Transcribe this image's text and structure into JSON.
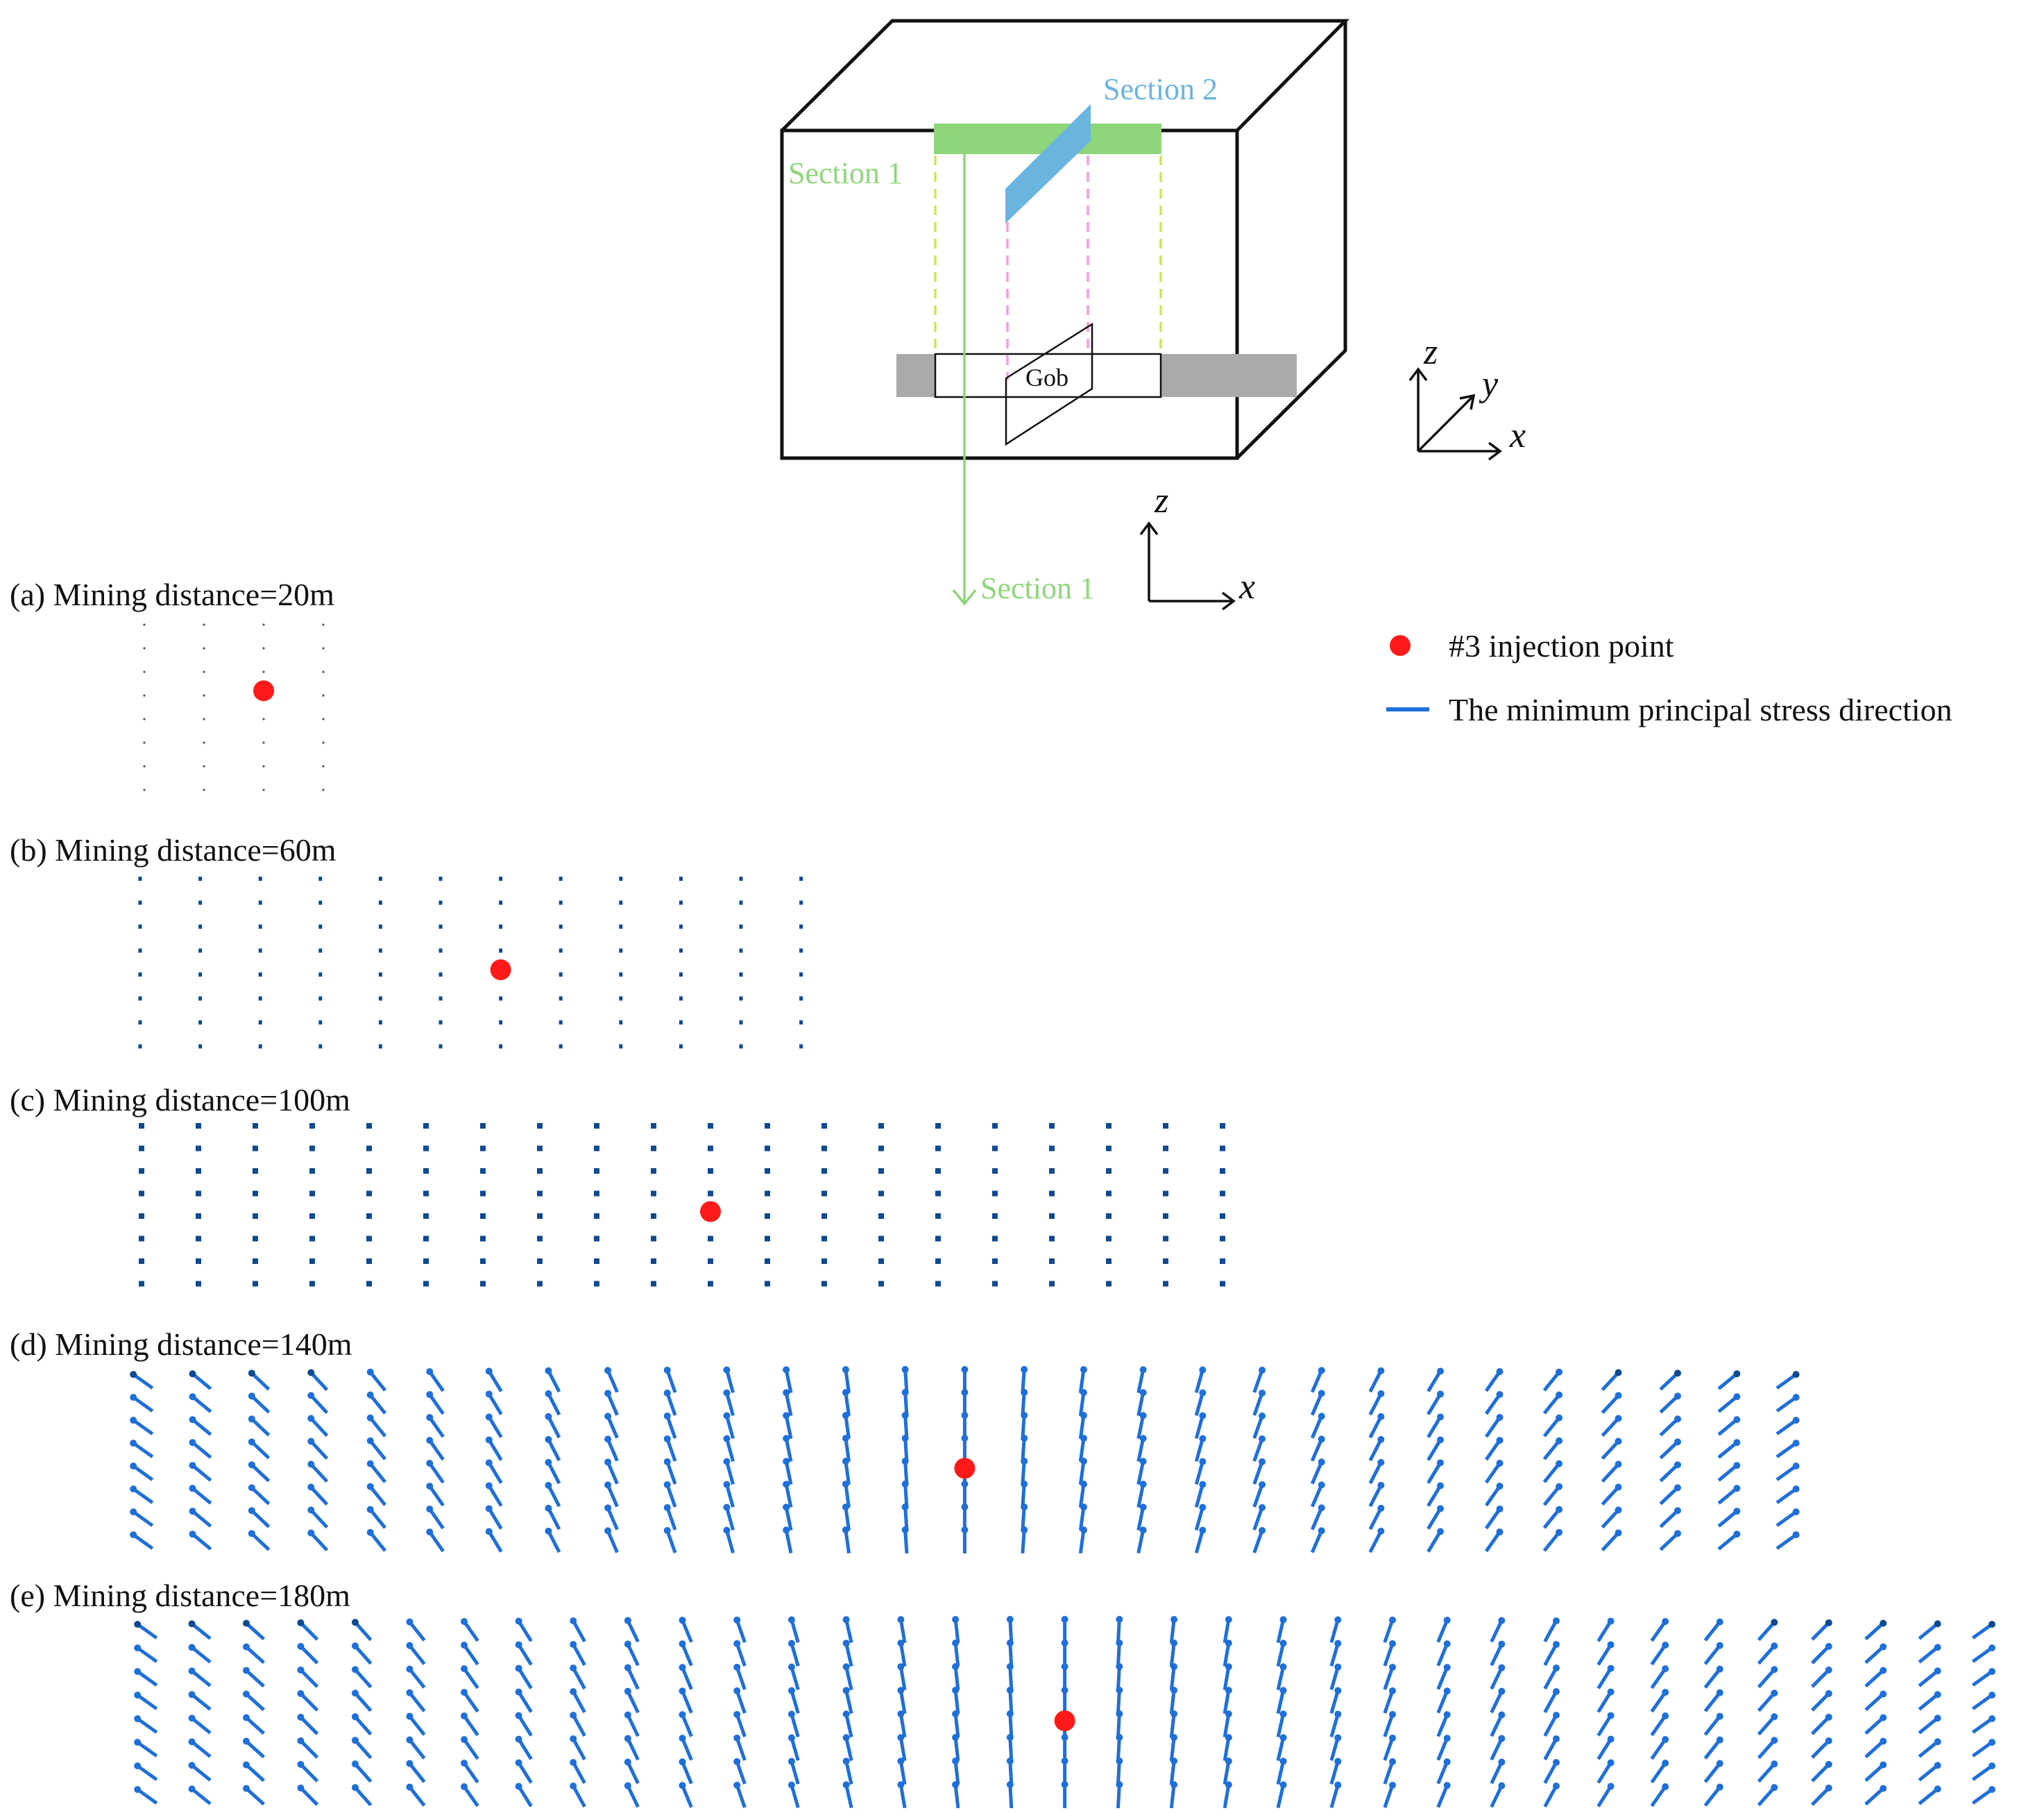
{
  "schematic": {
    "section1_top_label": "Section 1",
    "section2_label": "Section 2",
    "gob_label": "Gob",
    "section1_arrow_label": "Section 1",
    "axes3d": {
      "z": "z",
      "y": "y",
      "x": "x"
    },
    "axes2d": {
      "z": "z",
      "x": "x"
    }
  },
  "legend": {
    "injection_point": "#3 injection point",
    "stress_direction": "The minimum principal stress direction"
  },
  "colors": {
    "section1": "#8fd67a",
    "section2": "#6ab4e0",
    "injection": "#ff1a1a",
    "arrow": "#1f6fd8",
    "arrow_dark": "#0f4a8f",
    "gob": "#aaaaaa"
  },
  "panels": [
    {
      "id": "a",
      "title": "(a) Mining distance=20m",
      "columns": 4,
      "rows": 8,
      "injection_column": 2,
      "injection_row": 3,
      "style": "dots"
    },
    {
      "id": "b",
      "title": "(b) Mining distance=60m",
      "columns": 12,
      "rows": 8,
      "injection_column": 6,
      "injection_row": 4,
      "style": "small"
    },
    {
      "id": "c",
      "title": "(c) Mining distance=100m",
      "columns": 20,
      "rows": 8,
      "injection_column": 10,
      "injection_row": 4,
      "style": "medium"
    },
    {
      "id": "d",
      "title": "(d) Mining distance=140m",
      "columns": 29,
      "rows": 8,
      "injection_column": 14,
      "injection_row": 4,
      "style": "large"
    },
    {
      "id": "e",
      "title": "(e) Mining distance=180m",
      "columns": 35,
      "rows": 8,
      "injection_column": 17,
      "injection_row": 4,
      "style": "large"
    }
  ]
}
